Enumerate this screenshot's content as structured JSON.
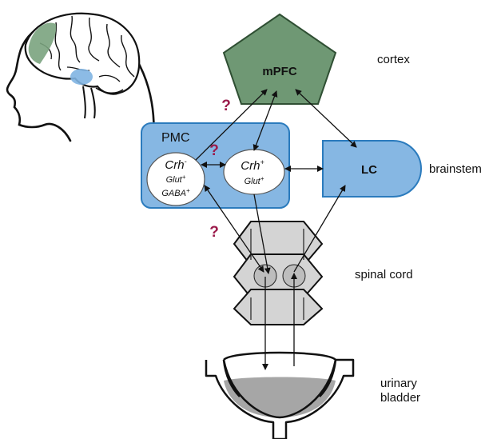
{
  "nodes": {
    "mpfc": "mPFC",
    "pmc": "PMC",
    "lc": "LC",
    "crh_neg": {
      "main": "Crh",
      "sup": "-",
      "line2": "Glut",
      "line2_sup": "+",
      "line3": "GABA",
      "line3_sup": "+"
    },
    "crh_pos": {
      "main": "Crh",
      "sup": "+",
      "line2": "Glut",
      "line2_sup": "+"
    }
  },
  "region_labels": {
    "cortex": "cortex",
    "brainstem": "brainstem",
    "spinal_cord": "spinal cord",
    "bladder_line1": "urinary",
    "bladder_line2": "bladder"
  },
  "question_mark": "?",
  "colors": {
    "cortex_fill": "#6f9874",
    "brainstem_fill": "#86b7e3",
    "brainstem_stroke": "#2b7bbd",
    "spinal_fill": "#d4d4d4",
    "bladder_fill": "#a6a6a6",
    "question_color": "#9b1b4b"
  }
}
